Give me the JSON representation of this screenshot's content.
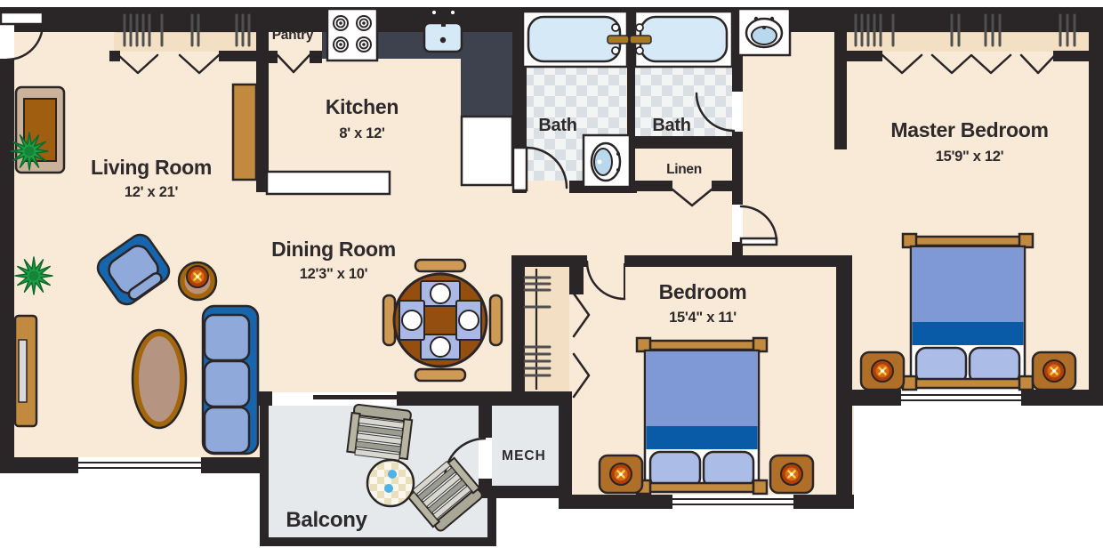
{
  "floorplan": {
    "rooms": {
      "living": {
        "label": "Living Room",
        "dims": "12' x 21'"
      },
      "kitchen": {
        "label": "Kitchen",
        "dims": "8' x 12'"
      },
      "dining": {
        "label": "Dining Room",
        "dims": "12'3\" x 10'"
      },
      "master": {
        "label": "Master Bedroom",
        "dims": "15'9\" x 12'"
      },
      "bedroom": {
        "label": "Bedroom",
        "dims": "15'4\" x 11'"
      },
      "bath1": {
        "label": "Bath"
      },
      "bath2": {
        "label": "Bath"
      },
      "pantry": {
        "label": "Pantry"
      },
      "linen": {
        "label": "Linen"
      },
      "mech": {
        "label": "MECH"
      },
      "balcony": {
        "label": "Balcony"
      }
    },
    "colors": {
      "wall": "#2a2526",
      "floor": "#f9ead8",
      "closet": "#f3dfc4",
      "balcony_floor": "#e6e9eb",
      "tile_base": "#f3f4f4",
      "tile_check": "#d9dfe2",
      "counter": "#3d424e",
      "tub": "#d6e9f6",
      "fixture_blue": "#b9d8ee",
      "wood": "#c28a3f",
      "wood_dark": "#a05e11",
      "console_frame": "#cbb39b",
      "furniture_blue": "#1765ad",
      "cushion_blue": "#8ea9da",
      "pillow_blue": "#abbde6",
      "blanket_blue": "#7e99d5",
      "bed_band": "#0a5ba7",
      "rug_border": "#a4660b",
      "rug_fill": "#b59482",
      "nightstand": "#b06f28",
      "lamp_orange": "#b03f00",
      "lamp_inner": "#d2691e",
      "lamp_star": "#ffd23f",
      "plant_green": "#1d9e44",
      "plant_dark": "#0c6b2b",
      "patio_frame": "#a9a795",
      "patio_arm": "#b7b5a2",
      "patio_slat_light": "#d8d8d1",
      "patio_slat_dark": "#9c9c92",
      "gold": "#a97a23",
      "sky_dot": "#4fb3e8",
      "chair_tan": "#cf9a55",
      "table_brown": "#944f10",
      "mat_blue": "#a9b8e4",
      "side_table": "#bb9179",
      "text": "#2e2a2b"
    }
  }
}
